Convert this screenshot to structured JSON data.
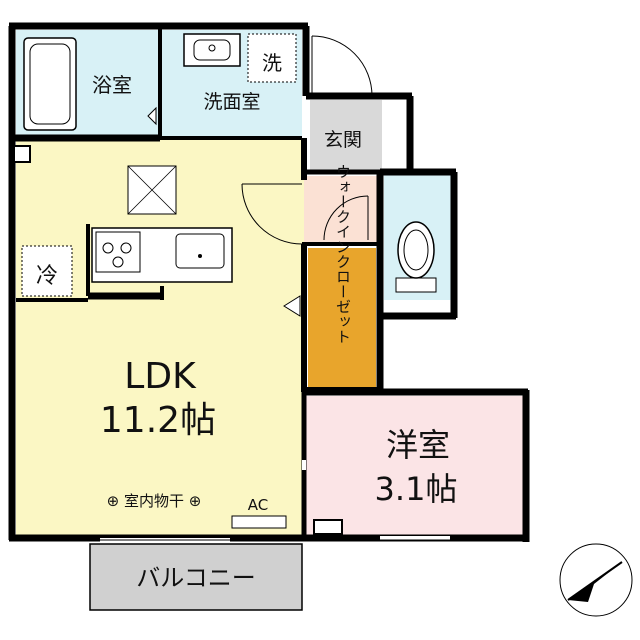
{
  "rooms": {
    "bath": "浴室",
    "washroom": "洗面室",
    "washer_mark": "洗",
    "entrance": "玄関",
    "fridge_mark": "冷",
    "ldk_name": "LDK",
    "ldk_size": "11.2帖",
    "walkin_closet": "ウォークインクローゼット",
    "western_room": "洋室",
    "western_size": "3.1帖",
    "balcony": "バルコニー"
  },
  "fixtures": {
    "indoor_drying": "⊕ 室内物干 ⊕",
    "aircon": "AC"
  },
  "colors": {
    "ldk": "#fbf7c4",
    "western": "#fbe4e6",
    "wet_area": "#d8f1f6",
    "entrance": "#d9d9d9",
    "closet": "#e8a52c",
    "hall": "#fbe1d4",
    "balcony": "#d0d0d0",
    "wall": "#000000"
  },
  "compass_icon": "north-arrow-icon"
}
